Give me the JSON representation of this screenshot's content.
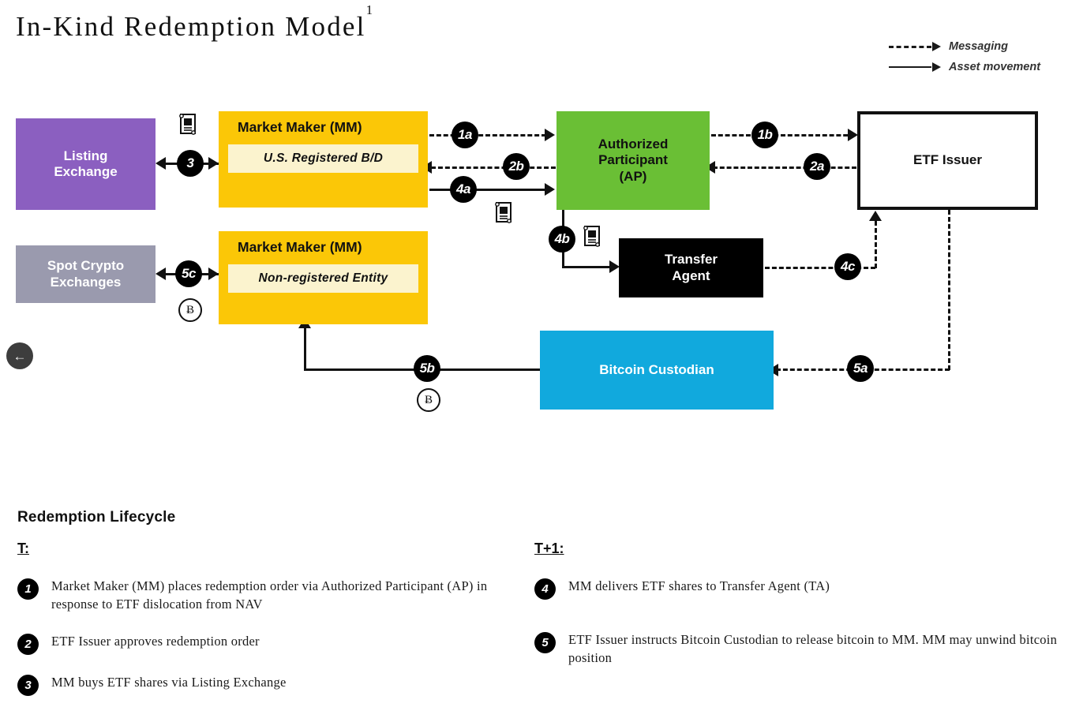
{
  "title": "In-Kind Redemption Model",
  "title_footnote": "1",
  "colors": {
    "listing_exchange": "#8B5FC0",
    "spot_crypto": "#9A9AAE",
    "market_maker": "#FBC707",
    "market_maker_inner": "#FBF3CE",
    "authorized_participant": "#6ABF35",
    "etf_issuer": "#FFFFFF",
    "transfer_agent": "#000000",
    "bitcoin_custodian": "#11A9DD",
    "line": "#111111"
  },
  "legend": {
    "items": [
      {
        "icon": "dashed-arrow-icon",
        "label": "Messaging"
      },
      {
        "icon": "solid-arrow-icon",
        "label": "Asset movement"
      }
    ]
  },
  "diagram": {
    "nodes": [
      {
        "id": "listing-exchange",
        "label": "Listing\nExchange"
      },
      {
        "id": "spot-crypto",
        "label": "Spot Crypto\nExchanges"
      },
      {
        "id": "market-maker-bd",
        "label": "Market Maker (MM)",
        "sublabel": "U.S. Registered  B/D"
      },
      {
        "id": "market-maker-nonreg",
        "label": "Market Maker (MM)",
        "sublabel": "Non-registered Entity"
      },
      {
        "id": "authorized-participant",
        "label": "Authorized\nParticipant\n(AP)"
      },
      {
        "id": "etf-issuer",
        "label": "ETF Issuer"
      },
      {
        "id": "transfer-agent",
        "label": "Transfer\nAgent"
      },
      {
        "id": "bitcoin-custodian",
        "label": "Bitcoin Custodian"
      }
    ],
    "node_labels": {
      "listing_exchange_l1": "Listing",
      "listing_exchange_l2": "Exchange",
      "spot_crypto_l1": "Spot Crypto",
      "spot_crypto_l2": "Exchanges",
      "mm_title": "Market Maker (MM)",
      "mm_bd_sub": "U.S. Registered  B/D",
      "mm_nonreg_sub": "Non-registered Entity",
      "ap_l1": "Authorized",
      "ap_l2": "Participant",
      "ap_l3": "(AP)",
      "etf_issuer": "ETF Issuer",
      "transfer_agent_l1": "Transfer",
      "transfer_agent_l2": "Agent",
      "bitcoin_custodian": "Bitcoin Custodian"
    },
    "step_badges": [
      {
        "id": "badge-3",
        "label": "3",
        "arrow": "solid",
        "from": "listing-exchange",
        "to": "market-maker-bd"
      },
      {
        "id": "badge-1a",
        "label": "1a",
        "arrow": "dashed",
        "from": "market-maker-bd",
        "to": "authorized-participant"
      },
      {
        "id": "badge-2b",
        "label": "2b",
        "arrow": "dashed",
        "from": "authorized-participant",
        "to": "market-maker-bd"
      },
      {
        "id": "badge-4a",
        "label": "4a",
        "arrow": "solid",
        "from": "market-maker-bd",
        "to": "authorized-participant"
      },
      {
        "id": "badge-1b",
        "label": "1b",
        "arrow": "dashed",
        "from": "authorized-participant",
        "to": "etf-issuer"
      },
      {
        "id": "badge-2a",
        "label": "2a",
        "arrow": "dashed",
        "from": "etf-issuer",
        "to": "authorized-participant"
      },
      {
        "id": "badge-4b",
        "label": "4b",
        "arrow": "solid",
        "from": "authorized-participant",
        "to": "transfer-agent"
      },
      {
        "id": "badge-4c",
        "label": "4c",
        "arrow": "dashed",
        "from": "transfer-agent",
        "to": "etf-issuer"
      },
      {
        "id": "badge-5a",
        "label": "5a",
        "arrow": "dashed",
        "from": "etf-issuer",
        "to": "bitcoin-custodian"
      },
      {
        "id": "badge-5b",
        "label": "5b",
        "arrow": "solid",
        "from": "bitcoin-custodian",
        "to": "market-maker-nonreg"
      },
      {
        "id": "badge-5c",
        "label": "5c",
        "arrow": "solid",
        "from": "market-maker-nonreg",
        "to": "spot-crypto"
      }
    ],
    "asset_icons": [
      {
        "id": "scroll-icon-3",
        "type": "scroll-icon",
        "meaning": "ETF shares"
      },
      {
        "id": "scroll-icon-4a",
        "type": "scroll-icon",
        "meaning": "ETF shares"
      },
      {
        "id": "scroll-icon-4b",
        "type": "scroll-icon",
        "meaning": "ETF shares"
      },
      {
        "id": "btc-icon-5b",
        "type": "bitcoin-icon",
        "symbol": "Ƀ"
      },
      {
        "id": "btc-icon-5c",
        "type": "bitcoin-icon",
        "symbol": "Ƀ"
      }
    ]
  },
  "lifecycle": {
    "heading": "Redemption Lifecycle",
    "columns": [
      {
        "day_label": "T:",
        "items": [
          {
            "num": "1",
            "text": "Market Maker (MM) places redemption order via Authorized Participant (AP) in response to ETF dislocation from NAV"
          },
          {
            "num": "2",
            "text": "ETF Issuer approves redemption order"
          },
          {
            "num": "3",
            "text": "MM buys ETF shares via Listing Exchange"
          }
        ]
      },
      {
        "day_label": "T+1:",
        "items": [
          {
            "num": "4",
            "text": "MM delivers ETF shares to Transfer Agent (TA)"
          },
          {
            "num": "5",
            "text": "ETF Issuer instructs Bitcoin Custodian to release bitcoin to MM. MM may unwind bitcoin position"
          }
        ]
      }
    ]
  },
  "overlay": {
    "back_button_icon": "←"
  }
}
